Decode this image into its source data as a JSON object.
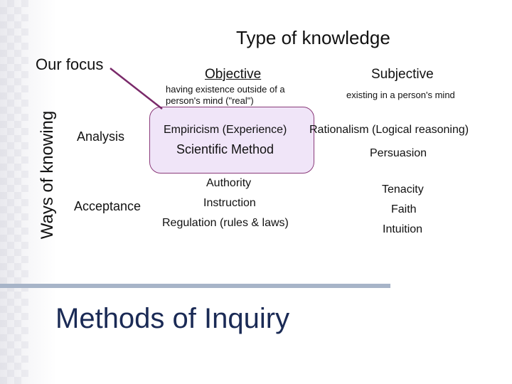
{
  "slide": {
    "title": "Type of knowledge",
    "focus_label": "Our focus",
    "vertical_label": "Ways of knowing",
    "footer_title": "Methods of Inquiry"
  },
  "columns": {
    "objective": {
      "heading": "Objective",
      "description": "having existence outside of a person's mind (\"real\")"
    },
    "subjective": {
      "heading": "Subjective",
      "description": "existing in a person's mind"
    }
  },
  "rows": {
    "analysis": "Analysis",
    "acceptance": "Acceptance"
  },
  "cells": {
    "analysis_objective": [
      "Empiricism (Experience)",
      "Scientific Method"
    ],
    "analysis_subjective": [
      "Rationalism (Logical reasoning)",
      "Persuasion"
    ],
    "acceptance_objective": [
      "Authority",
      "Instruction",
      "Regulation (rules & laws)"
    ],
    "acceptance_subjective": [
      "Tenacity",
      "Faith",
      "Intuition"
    ]
  },
  "colors": {
    "highlight_border": "#8a3a7a",
    "highlight_fill": "#ebdcf5",
    "pointer_line": "#7a2a6a",
    "footer_bar": "#a7b4c8",
    "footer_text": "#1a2a55"
  }
}
